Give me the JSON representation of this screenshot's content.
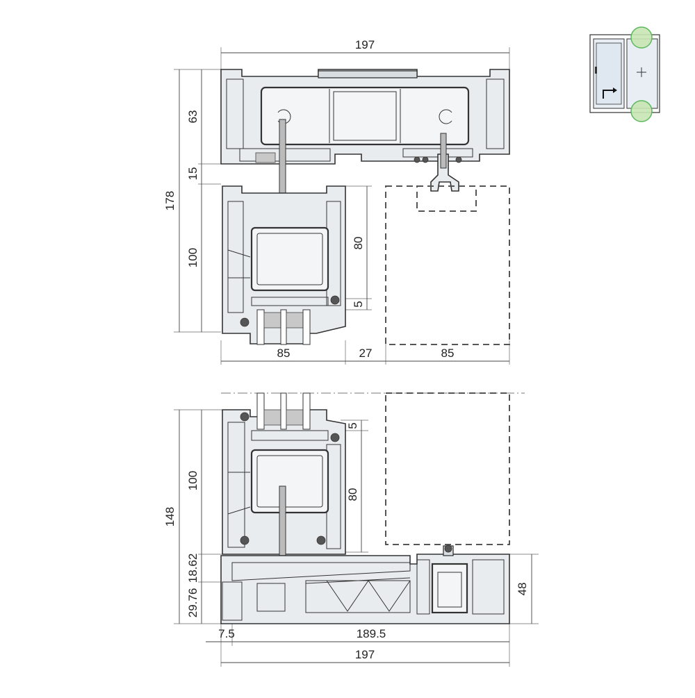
{
  "top_section": {
    "dims": {
      "overall_width": "197",
      "overall_height": "178",
      "frame_height": "63",
      "rebate_height": "15",
      "sash_height": "100",
      "glazing_bead": "80",
      "gap_small": "5",
      "sash_width": "85",
      "gap_width": "27",
      "adjacent_width": "85"
    }
  },
  "bottom_section": {
    "dims": {
      "overall_height": "148",
      "sash_height": "100",
      "glazing_bead": "80",
      "gap_small": "5",
      "threshold_upper": "18.62",
      "threshold_lower": "29.76",
      "sill_height": "48",
      "offset_left": "7.5",
      "sill_width": "189.5",
      "overall_width": "197"
    }
  },
  "thumbnail": {
    "icon": "window-elevation-icon",
    "marker_color": "#c8e6b4",
    "marker_stroke": "#5cb85c"
  }
}
